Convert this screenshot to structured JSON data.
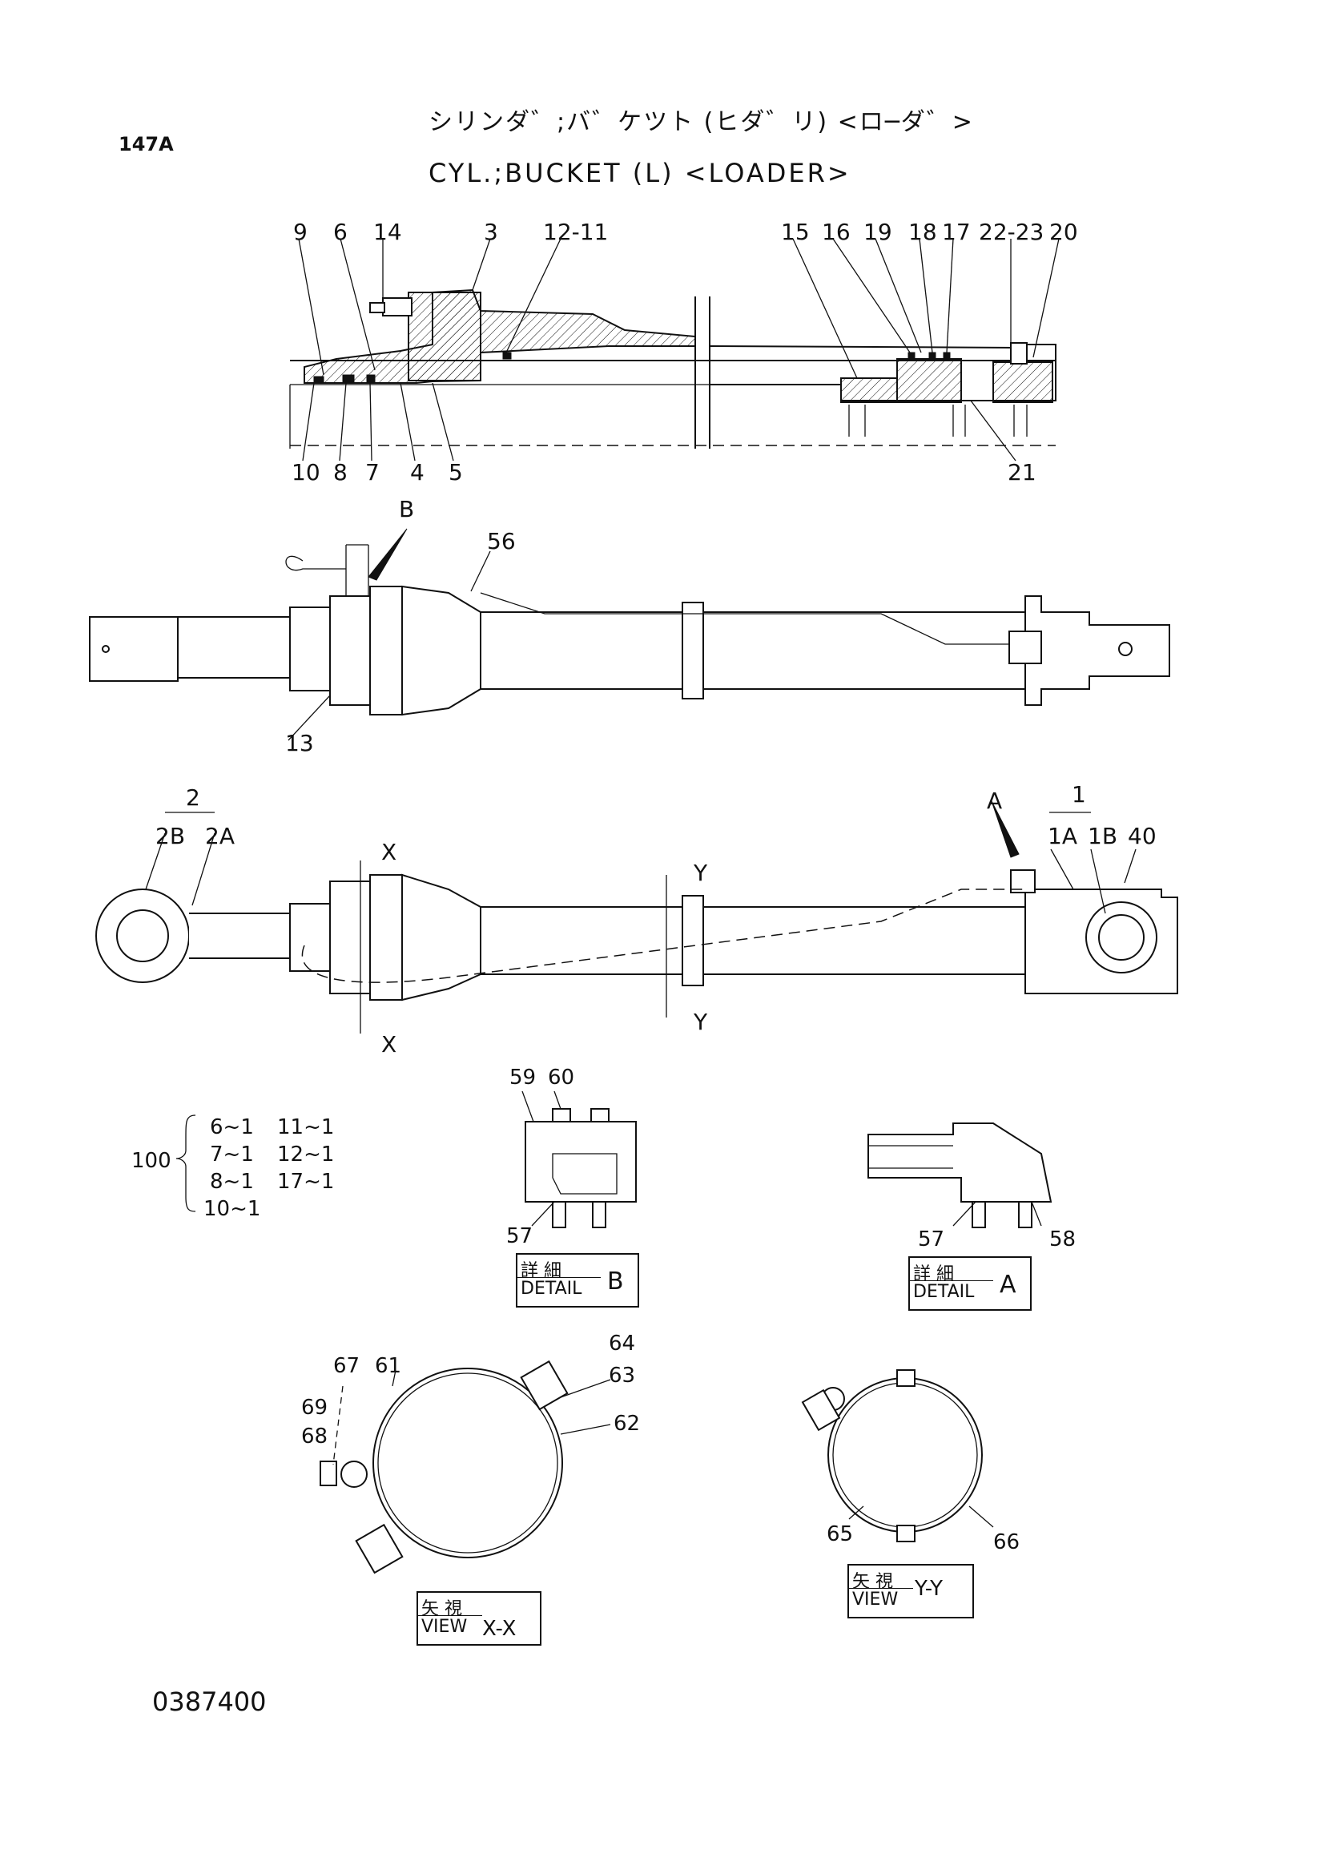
{
  "header": {
    "page_id": "147A",
    "title_jp": "シリンダ゛;バ゛ケツト (ヒダ゛リ) <ロ─ダ゛>",
    "title_en": "CYL.;BUCKET (L) <LOADER>"
  },
  "section_callouts": {
    "top": [
      "9",
      "6",
      "14",
      "3",
      "12-11",
      "15",
      "16",
      "19",
      "18",
      "17",
      "22-23",
      "20"
    ],
    "bottom": [
      "10",
      "8",
      "7",
      "4",
      "5",
      "21"
    ]
  },
  "side_view_callouts": {
    "detail_marker": "B",
    "part": "56",
    "lower": "13"
  },
  "assembly_callouts": {
    "group_2": "2",
    "part_2B": "2B",
    "part_2A": "2A",
    "detail_marker": "A",
    "group_1": "1",
    "part_1A": "1A",
    "part_1B": "1B",
    "part_40": "40",
    "section_x": "X",
    "section_y": "Y"
  },
  "seal_kit": {
    "number": "100",
    "items": [
      {
        "left": "6~1",
        "right": "11~1"
      },
      {
        "left": "7~1",
        "right": "12~1"
      },
      {
        "left": "8~1",
        "right": "17~1"
      },
      {
        "left": "10~1",
        "right": ""
      }
    ]
  },
  "detail_b": {
    "callouts": [
      "59",
      "60",
      "57"
    ],
    "label_jp": "詳 細",
    "label_en": "DETAIL",
    "letter": "B"
  },
  "detail_a": {
    "callouts": [
      "57",
      "58"
    ],
    "label_jp": "詳 細",
    "label_en": "DETAIL",
    "letter": "A"
  },
  "view_xx": {
    "callouts": [
      "67",
      "61",
      "64",
      "63",
      "62",
      "69",
      "68"
    ],
    "label_jp": "矢 視",
    "label_en": "VIEW",
    "letters": "X-X"
  },
  "view_yy": {
    "callouts": [
      "65",
      "66"
    ],
    "label_jp": "矢 視",
    "label_en": "VIEW",
    "letters": "Y-Y"
  },
  "footer": {
    "doc_number": "0387400"
  }
}
